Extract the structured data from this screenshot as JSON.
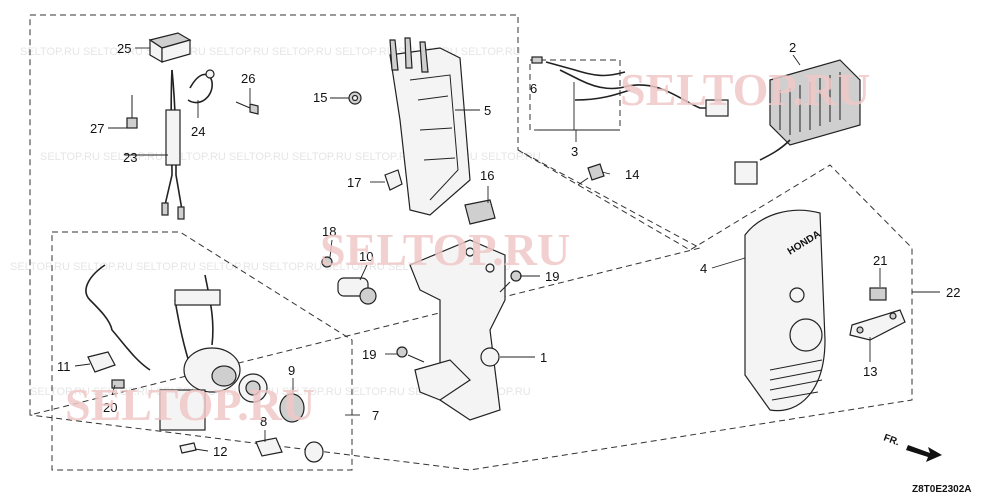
{
  "diagram": {
    "callouts": [
      {
        "id": "c1",
        "label": "1"
      },
      {
        "id": "c2",
        "label": "2"
      },
      {
        "id": "c3",
        "label": "3"
      },
      {
        "id": "c4",
        "label": "4"
      },
      {
        "id": "c5",
        "label": "5"
      },
      {
        "id": "c6",
        "label": "6"
      },
      {
        "id": "c7",
        "label": "7"
      },
      {
        "id": "c8",
        "label": "8"
      },
      {
        "id": "c9",
        "label": "9"
      },
      {
        "id": "c10",
        "label": "10"
      },
      {
        "id": "c11",
        "label": "11"
      },
      {
        "id": "c12",
        "label": "12"
      },
      {
        "id": "c13",
        "label": "13"
      },
      {
        "id": "c14",
        "label": "14"
      },
      {
        "id": "c15",
        "label": "15"
      },
      {
        "id": "c16",
        "label": "16"
      },
      {
        "id": "c17",
        "label": "17"
      },
      {
        "id": "c18",
        "label": "18"
      },
      {
        "id": "c19a",
        "label": "19"
      },
      {
        "id": "c19b",
        "label": "19"
      },
      {
        "id": "c20",
        "label": "20"
      },
      {
        "id": "c21",
        "label": "21"
      },
      {
        "id": "c22",
        "label": "22"
      },
      {
        "id": "c23",
        "label": "23"
      },
      {
        "id": "c24",
        "label": "24"
      },
      {
        "id": "c25",
        "label": "25"
      },
      {
        "id": "c26",
        "label": "26"
      },
      {
        "id": "c27",
        "label": "27"
      }
    ],
    "cover_brand": "HONDA",
    "direction_marker": "FR.",
    "drawing_code": "Z8T0E2302A",
    "watermarks": [
      "SELTOP.RU",
      "SELTOP.RU",
      "SELTOP.RU"
    ],
    "colors": {
      "watermark": "#f0c8c8",
      "ink": "#222222"
    }
  }
}
